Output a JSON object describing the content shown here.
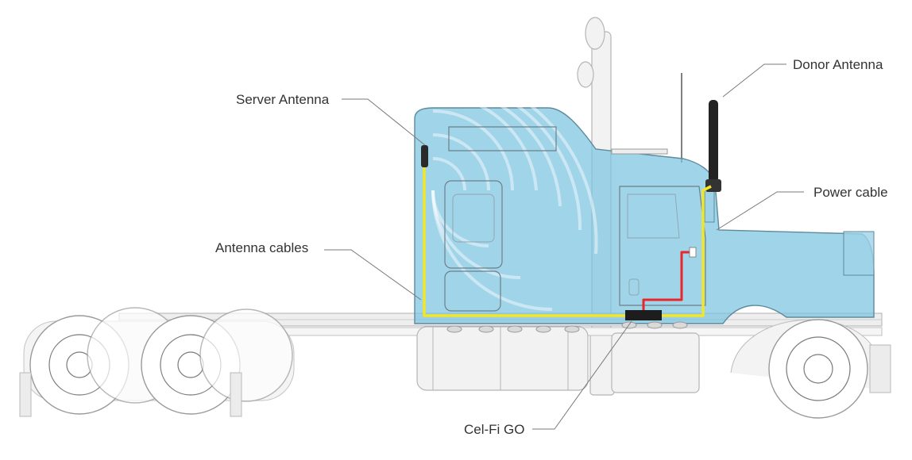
{
  "labels": {
    "server_antenna": "Server Antenna",
    "antenna_cables": "Antenna cables",
    "donor_antenna": "Donor Antenna",
    "power_cable": "Power cable",
    "cel_fi_go": "Cel-Fi GO"
  },
  "colors": {
    "cab_tint": "#7cc3e0",
    "antenna_cable": "#f0e62a",
    "power_cable": "#e8262b",
    "device": "#1d1d1d",
    "text": "#333333"
  }
}
